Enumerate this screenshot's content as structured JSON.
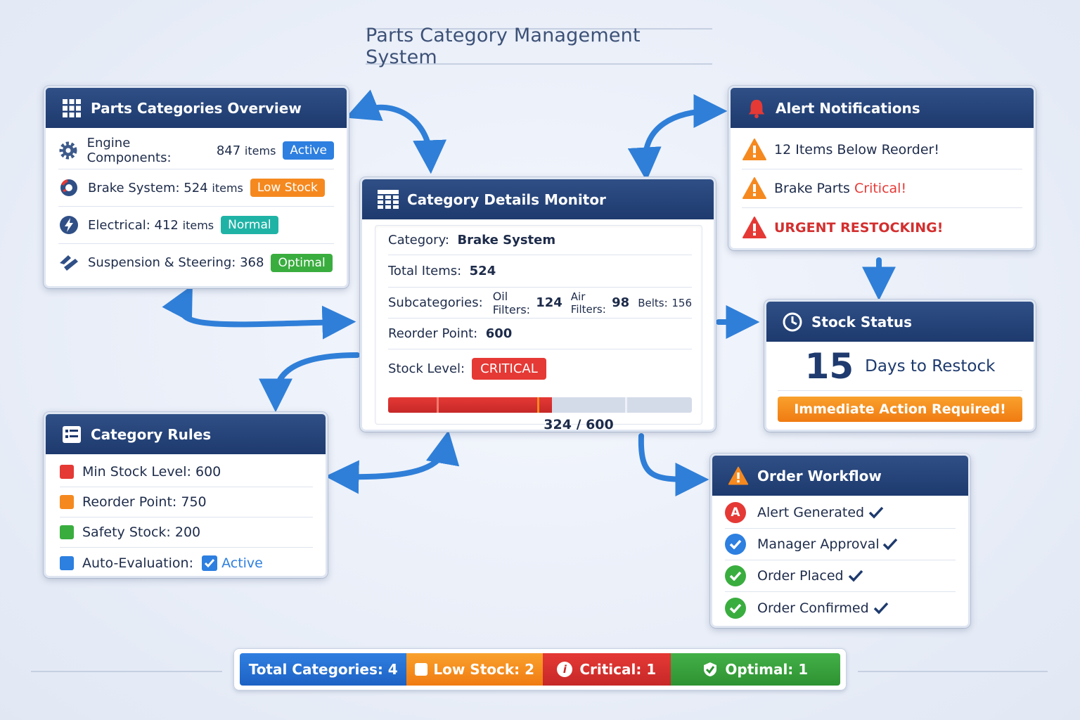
{
  "title": "Parts Category Management System",
  "overview": {
    "header": "Parts Categories Overview",
    "items": [
      {
        "label": "Engine Components:",
        "count": "847",
        "unit": "items",
        "badge": "Active",
        "color": "#2d7fe0"
      },
      {
        "label": "Brake System:",
        "count": "524",
        "unit": "items",
        "badge": "Low Stock",
        "color": "#f5891f"
      },
      {
        "label": "Electrical:",
        "count": "412",
        "unit": "items",
        "badge": "Normal",
        "color": "#1fb3a6"
      },
      {
        "label": "Suspension & Steering:",
        "count": "368",
        "unit": "",
        "badge": "Optimal",
        "color": "#3aad3f"
      }
    ]
  },
  "alerts": {
    "header": "Alert Notifications",
    "items": [
      {
        "text": "12 Items Below Reorder!",
        "emph": ""
      },
      {
        "text": "Brake Parts ",
        "emph": "Critical!"
      },
      {
        "text": "",
        "emph": "URGENT RESTOCKING!"
      }
    ]
  },
  "details": {
    "header": "Category Details Monitor",
    "category_label": "Category:",
    "category_value": "Brake System",
    "total_label": "Total Items:",
    "total_value": "524",
    "sub_label": "Subcategories:",
    "subs": [
      {
        "name": "Oil Filters:",
        "value": "124"
      },
      {
        "name": "Air Filters:",
        "value": "98"
      },
      {
        "name": "Belts:",
        "value": "156"
      }
    ],
    "reorder_label": "Reorder Point:",
    "reorder_value": "600",
    "stock_label": "Stock Level:",
    "stock_badge": "CRITICAL",
    "progress_text": "324 / 600",
    "progress_fraction": 0.54
  },
  "stock_status": {
    "header": "Stock Status",
    "days": "15",
    "days_label": "Days to Restock",
    "action": "Immediate Action Required!"
  },
  "rules": {
    "header": "Category Rules",
    "items": [
      {
        "label": "Min Stock Level:",
        "value": "600",
        "color": "#e53935"
      },
      {
        "label": "Reorder Point:",
        "value": "750",
        "color": "#f5891f"
      },
      {
        "label": "Safety Stock:",
        "value": "200",
        "color": "#3aad3f"
      },
      {
        "label": "Auto-Evaluation:",
        "value": "Active",
        "color": "#2d7fe0"
      }
    ]
  },
  "workflow": {
    "header": "Order Workflow",
    "steps": [
      {
        "label": "Alert Generated",
        "icon": "A",
        "color": "#e53935"
      },
      {
        "label": "Manager Approval",
        "icon": "check",
        "color": "#2d7fe0"
      },
      {
        "label": "Order Placed",
        "icon": "check",
        "color": "#3aad3f"
      },
      {
        "label": "Order Confirmed",
        "icon": "check",
        "color": "#3aad3f"
      }
    ]
  },
  "summary": {
    "total": "Total Categories: 4",
    "low": "Low Stock: 2",
    "critical": "Critical: 1",
    "optimal": "Optimal: 1"
  },
  "colors": {
    "header": "#24416f",
    "blue": "#2d7fe0",
    "orange": "#f5891f",
    "red": "#e53935",
    "green": "#3aad3f",
    "teal": "#1fb3a6"
  }
}
